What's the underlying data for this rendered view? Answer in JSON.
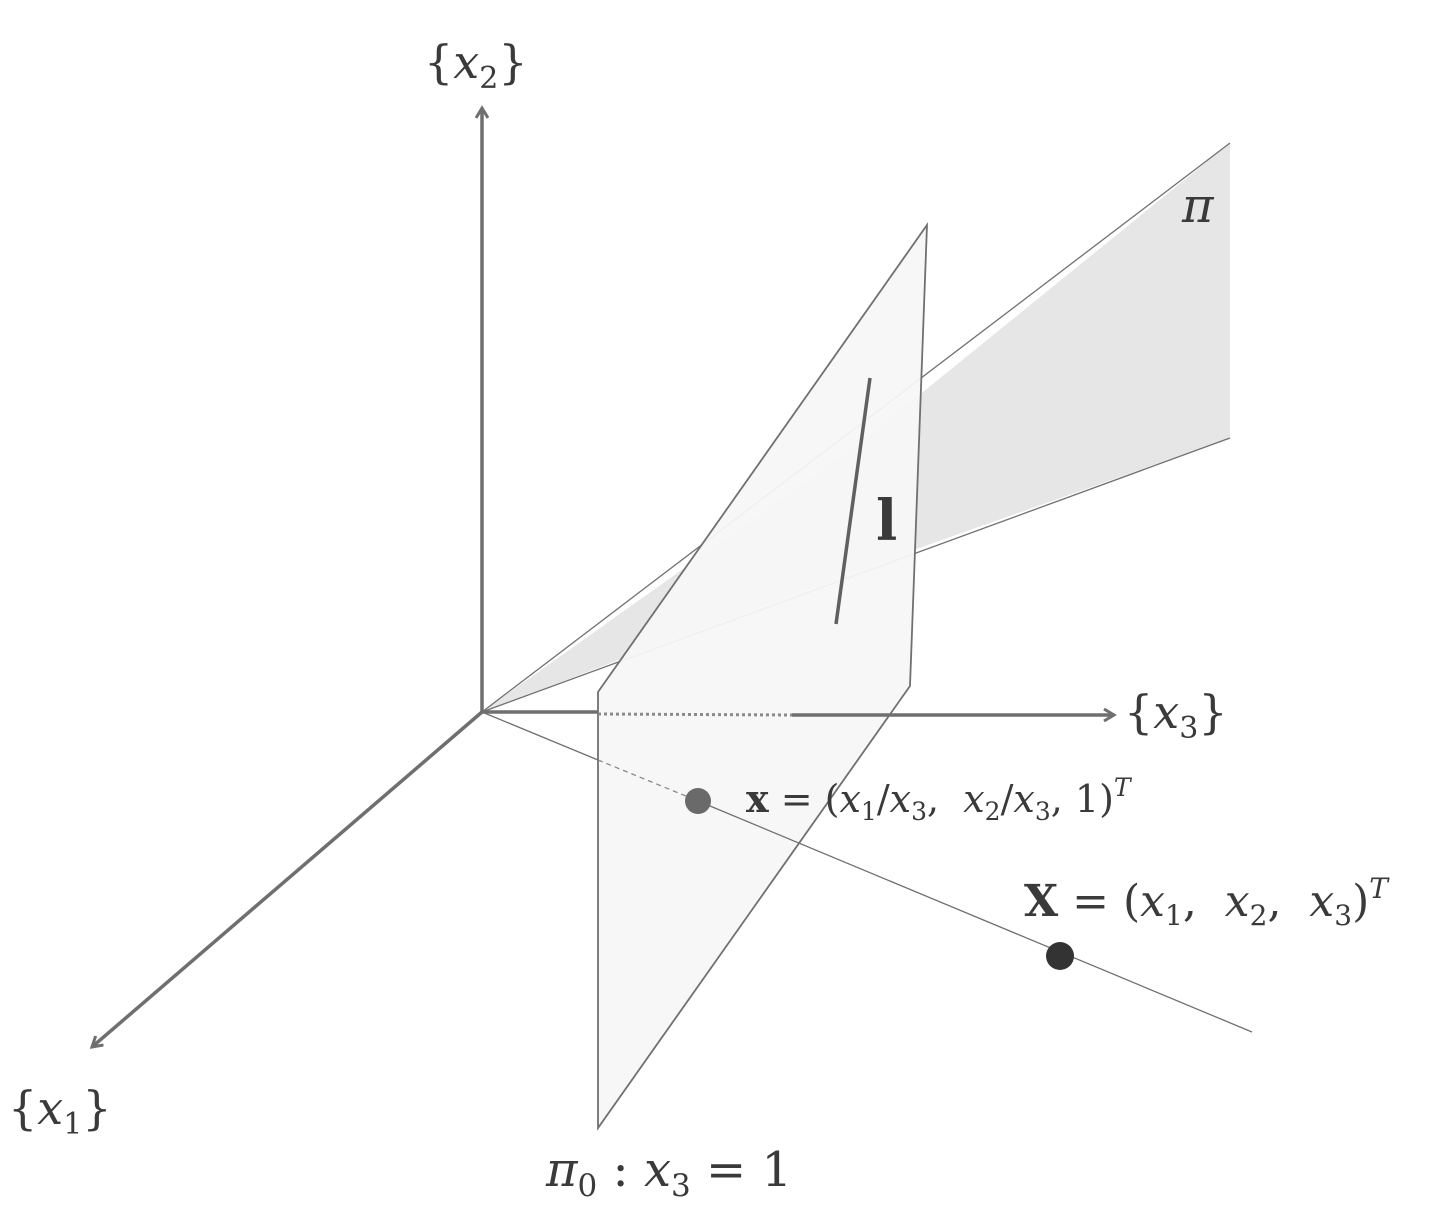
{
  "axes": {
    "x1": {
      "open": "{",
      "var": "x",
      "sub": "1",
      "close": "}"
    },
    "x2": {
      "open": "{",
      "var": "x",
      "sub": "2",
      "close": "}"
    },
    "x3": {
      "open": "{",
      "var": "x",
      "sub": "3",
      "close": "}"
    }
  },
  "labels": {
    "plane_pi": "π",
    "line_l": "l",
    "image_plane": {
      "pi": "π",
      "pi_sub": "0",
      "colon": " : ",
      "var": "x",
      "var_sub": "3",
      "eq": " = 1"
    },
    "point_x": {
      "name": "x",
      "eq": " = (",
      "a": "x",
      "a_sub": "1",
      "a_div": "/",
      "a_den": "x",
      "a_den_sub": "3",
      "sep1": ",  ",
      "b": "x",
      "b_sub": "2",
      "b_div": "/",
      "b_den": "x",
      "b_den_sub": "3",
      "tail": ", 1)",
      "sup": "T"
    },
    "point_X": {
      "name": "X",
      "eq": " = (",
      "a": "x",
      "a_sub": "1",
      "sep1": ",  ",
      "b": "x",
      "b_sub": "2",
      "sep2": ",  ",
      "c": "x",
      "c_sub": "3",
      "tail": ")",
      "sup": "T"
    }
  },
  "colors": {
    "axis": "#6f6f6f",
    "plane_pi_fill": "#e6e6e6",
    "image_plane_fill": "#f7f7f7",
    "ray": "#707070",
    "point_x": "#6a6a6a",
    "point_X": "#333333"
  }
}
